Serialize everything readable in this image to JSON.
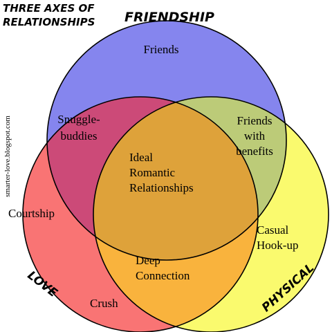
{
  "title": {
    "line1": "THREE AXES OF",
    "line2": "RELATIONSHIPS"
  },
  "axes": {
    "friendship": "FRIENDSHIP",
    "love": "LOVE",
    "physical": "PHYSICAL"
  },
  "circles": {
    "friendship": {
      "color": "#8585ee"
    },
    "love": {
      "color": "#f97474"
    },
    "physical": {
      "color": "#fafa6e"
    }
  },
  "regions": {
    "friends": "Friends",
    "snuggle": {
      "line1": "Snuggle-",
      "line2": "buddies"
    },
    "fwb": {
      "line1": "Friends",
      "line2": "with",
      "line3": "benefits"
    },
    "ideal": {
      "line1": "Ideal",
      "line2": "Romantic",
      "line3": "Relationships"
    },
    "courtship": "Courtship",
    "casual": {
      "line1": "Casual",
      "line2": "Hook-up"
    },
    "deep": {
      "line1": "Deep",
      "line2": "Connection"
    },
    "crush": "Crush"
  },
  "source_url": "smarter-love.blogspot.com"
}
